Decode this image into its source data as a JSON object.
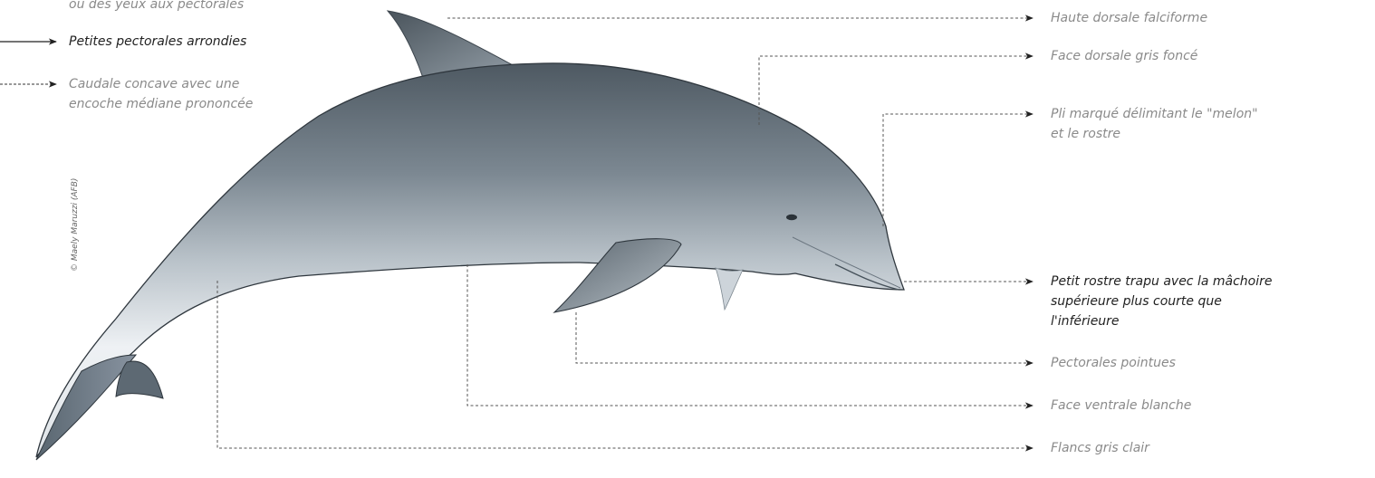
{
  "credit": "© Maely Maruzzi (AFB)",
  "left_labels": {
    "partial_top": "ou des yeux aux pectorales",
    "pectorales_arrondies": "Petites pectorales arrondies",
    "caudale_line1": "Caudale concave avec une",
    "caudale_line2": "encoche médiane prononcée"
  },
  "right_labels": {
    "dorsale_falciforme": "Haute dorsale falciforme",
    "face_dorsale": "Face dorsale gris foncé",
    "pli_line1": "Pli marqué délimitant le \"melon\"",
    "pli_line2": "et le rostre",
    "rostre_line1": "Petit rostre trapu avec la mâchoire",
    "rostre_line2": "supérieure plus courte que",
    "rostre_line3": "l'inférieure",
    "pectorales_pointues": "Pectorales pointues",
    "face_ventrale": "Face ventrale blanche",
    "flancs": "Flancs gris clair"
  },
  "colors": {
    "muted_text": "#8a8a8a",
    "emphasis_text": "#222222",
    "leader_line": "#555555",
    "dorsal_gray": "#5f6a73",
    "flank_gray": "#aab4bc",
    "belly_white": "#f2f4f6"
  }
}
